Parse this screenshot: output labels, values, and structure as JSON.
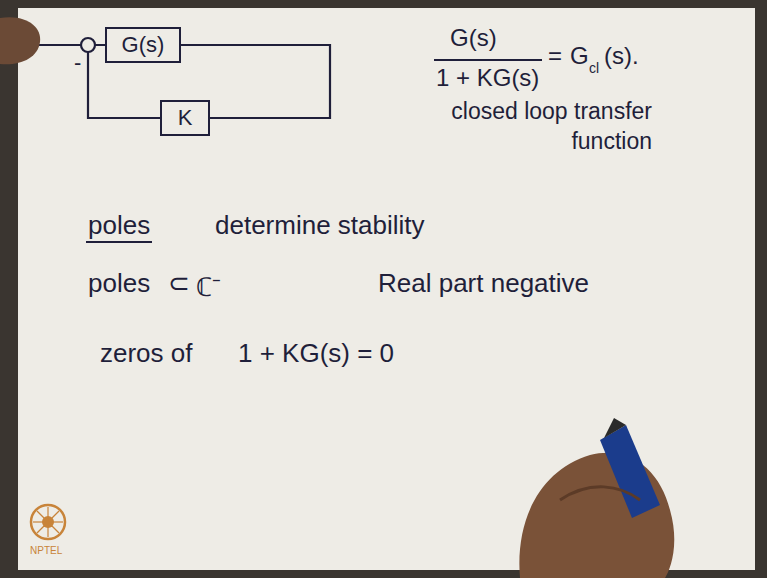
{
  "diagram": {
    "nodes": [
      {
        "text": [
          "G(s)"
        ]
      },
      {
        "text": [
          "K"
        ]
      }
    ],
    "edges": [
      {
        "from": 0,
        "to": 1,
        "arrow": "none"
      },
      {
        "from": 1,
        "to": 0,
        "arrow": "none"
      }
    ],
    "labels": [
      "-",
      "G(s)",
      "1 + KG(s)",
      "=",
      "G",
      "cl",
      "(s).",
      "closed loop transfer function",
      "poles",
      "determine stability",
      "poles",
      "⊂",
      "ℂ⁻",
      "Real part negative",
      "zeros of",
      "1 + KG(s) = 0",
      "NPTEL"
    ]
  }
}
